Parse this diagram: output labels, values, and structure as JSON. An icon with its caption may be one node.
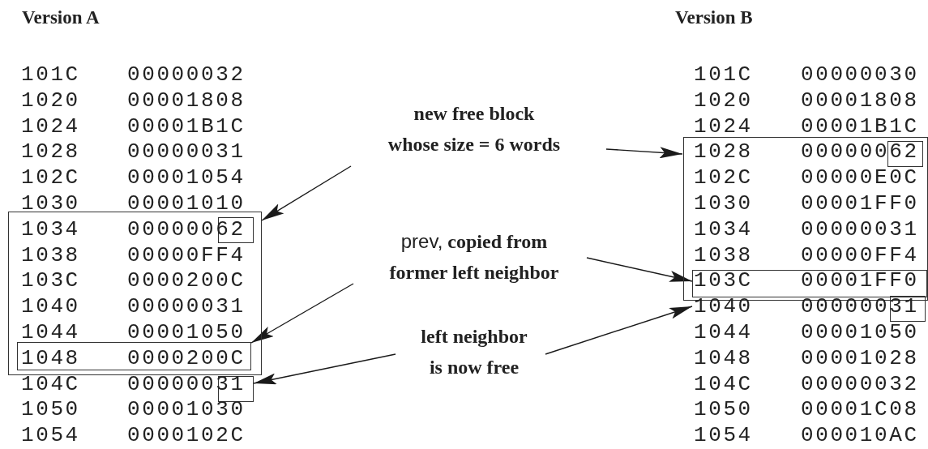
{
  "diagram": {
    "nodes": [
      {
        "text": [
          "new free block whose size = 6 words"
        ]
      },
      {
        "text": [
          "prev, copied from former left neighbor"
        ]
      },
      {
        "text": [
          "left neighbor is now free"
        ]
      },
      {
        "text": [],
        "shape": "box"
      },
      {
        "text": [],
        "shape": "box",
        "in": 3
      },
      {
        "text": [],
        "shape": "box",
        "in": 3
      },
      {
        "text": [],
        "shape": "box"
      },
      {
        "text": [],
        "shape": "box"
      },
      {
        "text": [],
        "shape": "box",
        "in": 7
      },
      {
        "text": [],
        "shape": "box",
        "in": 7
      },
      {
        "text": [],
        "shape": "box"
      },
      {
        "text": [
          "1040"
        ]
      }
    ],
    "edges": [
      {
        "from": 0,
        "to": 3,
        "arrow": "to"
      },
      {
        "from": 0,
        "to": 7,
        "arrow": "to"
      },
      {
        "from": 1,
        "to": 5,
        "arrow": "to"
      },
      {
        "from": 1,
        "to": 9,
        "arrow": "to"
      },
      {
        "from": 2,
        "to": 6,
        "arrow": "to"
      },
      {
        "from": 2,
        "to": 11,
        "arrow": "to"
      }
    ],
    "labels": [
      "Version A",
      "Version B",
      "101C",
      "00000032",
      "1020",
      "00001808",
      "1024",
      "00001B1C",
      "1028",
      "00000031",
      "102C",
      "00001054",
      "1030",
      "00001010",
      "1034",
      "00000062",
      "1038",
      "00000FF4",
      "103C",
      "0000200C",
      "1040",
      "00000031",
      "1044",
      "00001050",
      "1048",
      "0000200C",
      "104C",
      "00000031",
      "1050",
      "00001030",
      "1054",
      "0000102C",
      "101C",
      "00000030",
      "1020",
      "00001808",
      "1024",
      "00001B1C",
      "1028",
      "00000062",
      "102C",
      "00000E0C",
      "1030",
      "00001FF0",
      "1034",
      "00000031",
      "1038",
      "00000FF4",
      "103C",
      "00001FF0",
      "00000031",
      "1044",
      "00001050",
      "1048",
      "00001028",
      "104C",
      "00000032",
      "1050",
      "00001C08",
      "1054",
      "000010AC"
    ]
  }
}
